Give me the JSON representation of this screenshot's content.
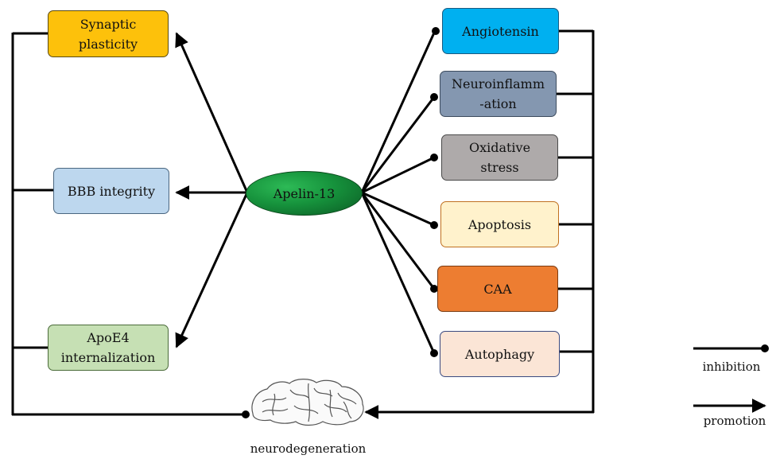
{
  "center": {
    "label": "Apelin-13"
  },
  "promoted": [
    {
      "id": "synaptic",
      "label": "Synaptic\nplasticity",
      "fill": "#FDC10B",
      "border": "#5a4a10"
    },
    {
      "id": "bbb",
      "label": "BBB integrity",
      "fill": "#BDD7EE",
      "border": "#4a6680"
    },
    {
      "id": "apoe4",
      "label": "ApoE4\ninternalization",
      "fill": "#C6E0B4",
      "border": "#4b6b3a"
    }
  ],
  "inhibited": [
    {
      "id": "angiotensin",
      "label": "Angiotensin",
      "fill": "#00B0F0",
      "border": "#1a5a80"
    },
    {
      "id": "neuroinflammation",
      "label": "Neuroinflamm\n-ation",
      "fill": "#8497B0",
      "border": "#3d4c5e"
    },
    {
      "id": "oxidative",
      "label": "Oxidative\nstress",
      "fill": "#AEAAAA",
      "border": "#4a4a4a"
    },
    {
      "id": "apoptosis",
      "label": "Apoptosis",
      "fill": "#FFF2CC",
      "border": "#c07020"
    },
    {
      "id": "caa",
      "label": "CAA",
      "fill": "#ED7D31",
      "border": "#7a3a10"
    },
    {
      "id": "autophagy",
      "label": "Autophagy",
      "fill": "#FBE5D6",
      "border": "#3a4a80"
    }
  ],
  "outcome": {
    "label": "neurodegeneration",
    "icon": "brain-icon"
  },
  "legend": {
    "inhibition": "inhibition",
    "promotion": "promotion"
  },
  "colors": {
    "line": "#000000",
    "center_gradient": [
      "#1fae4a",
      "#0a5a22"
    ]
  }
}
